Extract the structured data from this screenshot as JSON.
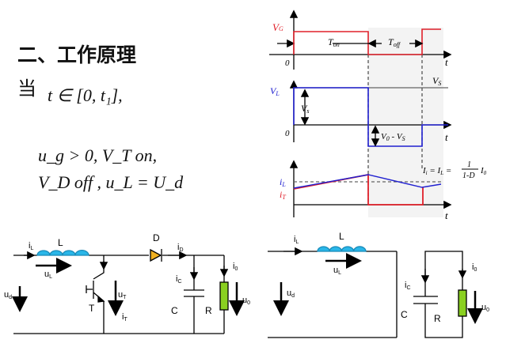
{
  "slide": {
    "title": "二、工作原理",
    "when": "当",
    "interval": "t ∈ [0, t₁],",
    "cond1": "u_g > 0, V_T on,",
    "cond2": "V_D off , u_L = U_d"
  },
  "waveforms": {
    "vg": "V",
    "vg_sub": "G",
    "zero": "0",
    "t": "t",
    "ton": "T",
    "ton_sub": "on",
    "toff": "T",
    "toff_sub": "off",
    "vl": "V",
    "vl_sub": "L",
    "vs": "V",
    "vs_sub": "S",
    "vs_arrow": "V",
    "vs_arrow_sub": "s",
    "v0vs": "V",
    "v0vs_a": "0",
    "v0vs_b": " - V",
    "v0vs_c": "S",
    "il": "i",
    "il_sub": "L",
    "it": "i",
    "it_sub": "T",
    "formula_left": "I",
    "formula_left_sub": "i",
    "formula_mid": " = I",
    "formula_mid_sub": "L",
    "formula_eq": " =",
    "frac_num": "1",
    "frac_den": "1-D",
    "formula_right": "I",
    "formula_right_sub": "0"
  },
  "circuit_left": {
    "iL": "i",
    "iL_s": "L",
    "L": "L",
    "uL": "u",
    "uL_s": "L",
    "ud": "u",
    "ud_s": "d",
    "D": "D",
    "iD": "i",
    "iD_s": "D",
    "iC": "i",
    "iC_s": "C",
    "i0": "i",
    "i0_s": "0",
    "uT": "u",
    "uT_s": "T",
    "T": "T",
    "iT": "i",
    "iT_s": "T",
    "C": "C",
    "R": "R",
    "u0": "u",
    "u0_s": "0"
  },
  "circuit_right": {
    "iL": "i",
    "iL_s": "L",
    "L": "L",
    "uL": "u",
    "uL_s": "L",
    "ud": "u",
    "ud_s": "d",
    "iC": "i",
    "iC_s": "C",
    "i0": "i",
    "i0_s": "0",
    "C": "C",
    "R": "R",
    "u0": "u",
    "u0_s": "0"
  },
  "colors": {
    "red": "#e0202a",
    "blue": "#2020d0",
    "inductor": "#29b6e8",
    "diode": "#f0b020",
    "resistor": "#8ad020"
  }
}
